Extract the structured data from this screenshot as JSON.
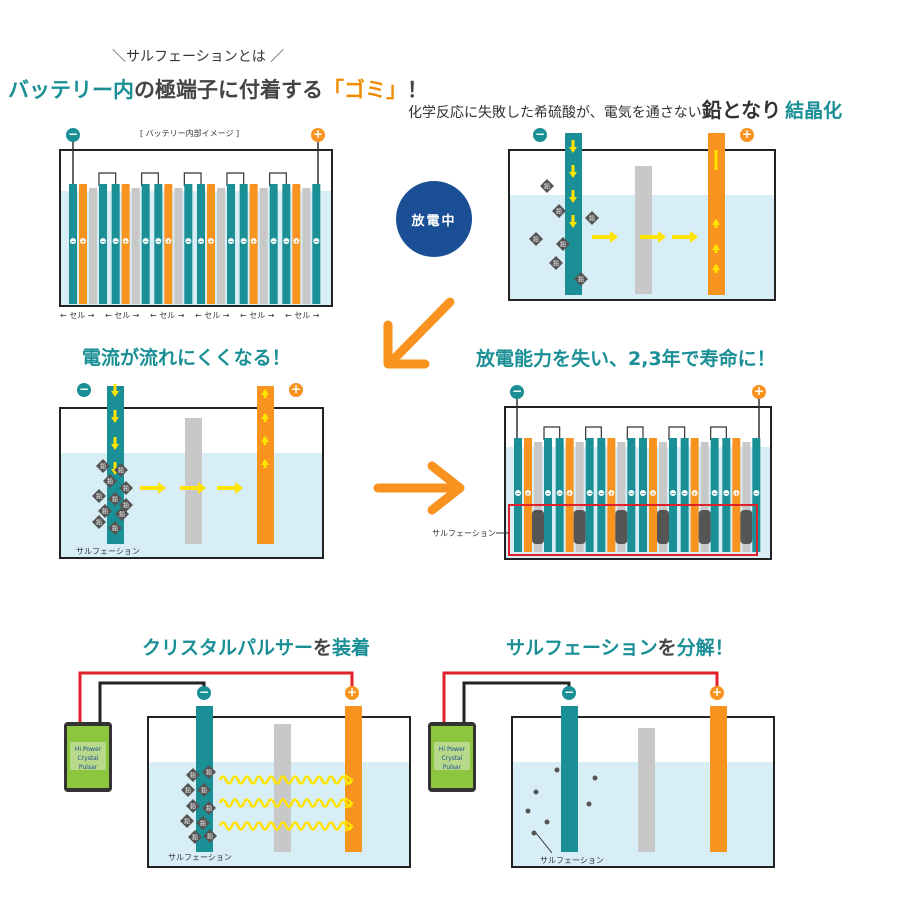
{
  "intro": {
    "subtitle": "＼サルフェーションとは ／",
    "headline_part1": "バッテリー内",
    "headline_part2": "の極端子に付着する",
    "headline_part3": "「ゴミ」",
    "headline_part4": "！"
  },
  "panel1": {
    "caption": "[ バッテリー内部イメージ ]",
    "cell_label": "← セル →",
    "cell_count": 6
  },
  "panel2": {
    "caption_part1": "化学反応に失敗した希硫酸が、電気を通さない",
    "caption_part2": "鉛となり",
    "caption_part3": "結晶化",
    "lead_char": "鉛"
  },
  "discharge_badge": "放電中",
  "panel3": {
    "title": "電流が流れにくくなる！",
    "sulfation_label": "サルフェーション"
  },
  "panel4": {
    "title": "放電能力を失い、2,3年で寿命に！",
    "sulfation_label": "サルフェーション"
  },
  "panel5": {
    "title_part1": "クリスタルパルサー",
    "title_part2": "を",
    "title_part3": "装着",
    "sulfation_label": "サルフェーション",
    "device_label1": "Hi Power",
    "device_label2": "Crystal Pulsar"
  },
  "panel6": {
    "title_part1": "サルフェーション",
    "title_part2": "を",
    "title_part3": "分解！",
    "sulfation_label": "サルフェーション"
  },
  "terminals": {
    "minus": "−",
    "plus": "+"
  },
  "colors": {
    "teal": "#1a8f95",
    "orange": "#f7931e",
    "gray": "#c8c8c8",
    "liquid": "#d7eef7",
    "arrow": "#f7931e",
    "badge": "#1a4f95",
    "wire_red": "#e0202a",
    "yellow": "#ffe400"
  }
}
